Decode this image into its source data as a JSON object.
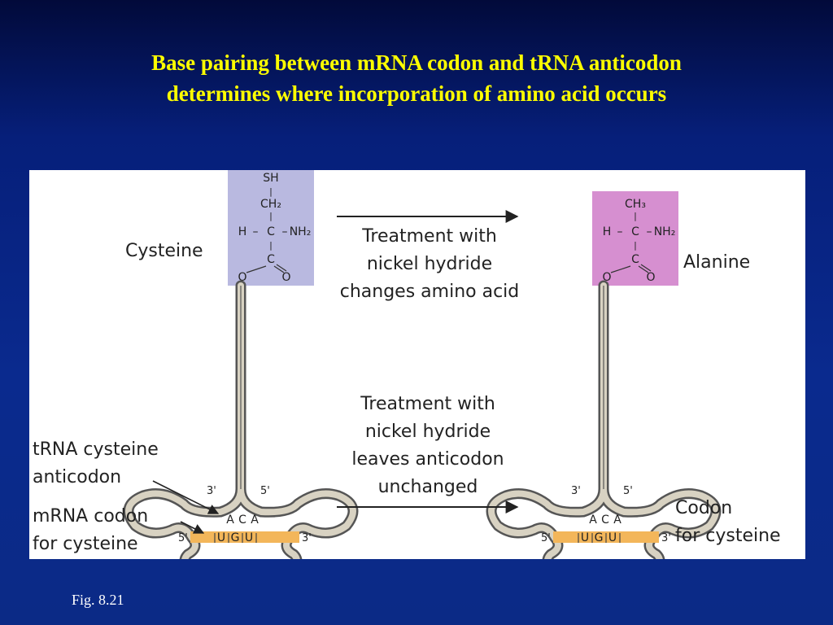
{
  "slide": {
    "title_line1": "Base pairing between mRNA codon and tRNA anticodon",
    "title_line2": "determines where incorporation of amino acid occurs",
    "caption": "Fig. 8.21"
  },
  "diagram": {
    "left_amino_acid": "Cysteine",
    "right_amino_acid": "Alanine",
    "treatment_top": [
      "Treatment with",
      "nickel hydride",
      "changes amino acid"
    ],
    "treatment_bottom": [
      "Treatment with",
      "nickel hydride",
      "leaves anticodon",
      "unchanged"
    ],
    "trna_label": [
      "tRNA cysteine",
      "anticodon"
    ],
    "mrna_label": [
      "mRNA codon",
      "for cysteine"
    ],
    "codon_label": [
      "Codon",
      "for cysteine"
    ],
    "cysteine_structure": {
      "sh": "SH",
      "ch2": "CH₂",
      "h": "H",
      "c": "C",
      "nh2": "NH₂",
      "c2": "C",
      "o_left": "O",
      "o_right": "O",
      "bond_v": "|",
      "bond_h": "–"
    },
    "alanine_structure": {
      "ch3": "CH₃",
      "h": "H",
      "c": "C",
      "nh2": "NH₂",
      "c2": "C",
      "o_left": "O",
      "o_right": "O",
      "bond_v": "|",
      "bond_h": "–"
    },
    "anticodon": [
      "A",
      "C",
      "A"
    ],
    "codon": [
      "U",
      "G",
      "U"
    ],
    "end_3": "3'",
    "end_5": "5'",
    "colors": {
      "cysteine_box": "#b9b9e0",
      "alanine_box": "#d68fd0",
      "trna_fill": "#d8d2c2",
      "mrna_fill": "#f3b65a"
    }
  }
}
